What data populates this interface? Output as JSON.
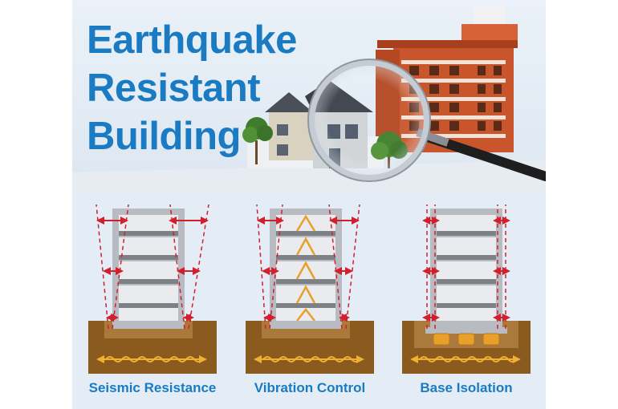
{
  "title": {
    "line1": "Earthquake",
    "line2": "Resistant",
    "line3": "Building"
  },
  "methods": [
    {
      "label": "Seismic Resistance",
      "icon": "seismic-resistance-building-icon"
    },
    {
      "label": "Vibration Control",
      "icon": "vibration-control-building-icon"
    },
    {
      "label": "Base Isolation",
      "icon": "base-isolation-building-icon"
    }
  ],
  "colors": {
    "title_blue": "#1a7bc2",
    "panel_bg": "#e4edf6",
    "ground": "#8a5a1f",
    "arrow_red": "#d21f2b",
    "damper_orange": "#e8a02a",
    "building_gray": "#b8bcc2"
  }
}
